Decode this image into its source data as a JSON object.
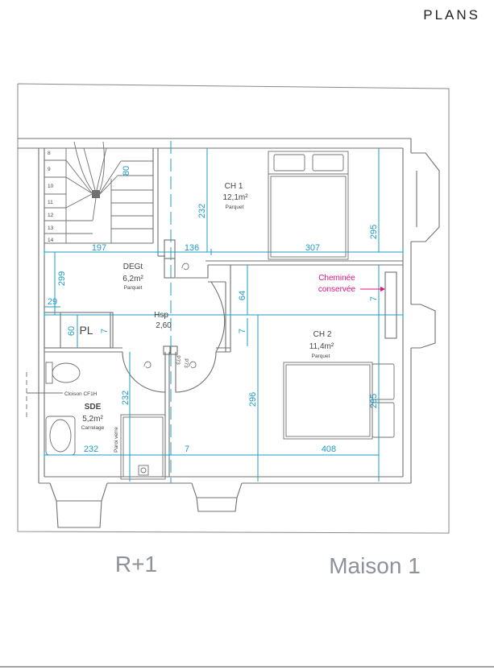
{
  "header": {
    "title": "PLANS"
  },
  "footer": {
    "level": "R+1",
    "house": "Maison 1"
  },
  "colors": {
    "wall": "#707070",
    "frame": "#8a8a8a",
    "dimension": "#1f9bc4",
    "note": "#e0137b",
    "label": "#444444",
    "header_text": "#222222",
    "footer_text": "#8d929a"
  },
  "plan": {
    "rooms": {
      "ch1": {
        "name": "CH 1",
        "area": "12,1m²",
        "floor": "Parquet"
      },
      "degt": {
        "name": "DEGt",
        "area": "6,2m²",
        "floor": "Parquet"
      },
      "ch2": {
        "name": "CH 2",
        "area": "11,4m²",
        "floor": "Parquet"
      },
      "sde": {
        "name": "SDE",
        "area": "5,2m²",
        "floor": "Carrelage"
      }
    },
    "ceiling_height": {
      "label": "Hsp",
      "value": "2,60"
    },
    "cupboard_label": "PL",
    "partition_label": "Cloison CF1H",
    "glass_wall_label": "Paroi verre",
    "door_codes": [
      "P73",
      "P73"
    ],
    "chimney_note": {
      "line1": "Cheminée",
      "line2": "conservée"
    },
    "stair": {
      "steps": [
        "8",
        "9",
        "10",
        "11",
        "12",
        "13",
        "14"
      ],
      "width": "80"
    },
    "dimensions": {
      "stair_landing_width": "197",
      "hall_width": "136",
      "ch1_width": "307",
      "ch1_depth_left": "232",
      "ch1_depth_right": "295",
      "hall_depth": "299",
      "wall_offset": "29",
      "hall_offset": "64",
      "chimney_wall": "7",
      "cupboard_depth": "60",
      "cupboard_wall": "7",
      "ch2_wall_top": "7",
      "ch2_depth_left": "296",
      "ch2_depth_right": "295",
      "sde_depth": "232",
      "sde_width": "232",
      "sde_wall": "7",
      "ch2_width": "408"
    }
  }
}
